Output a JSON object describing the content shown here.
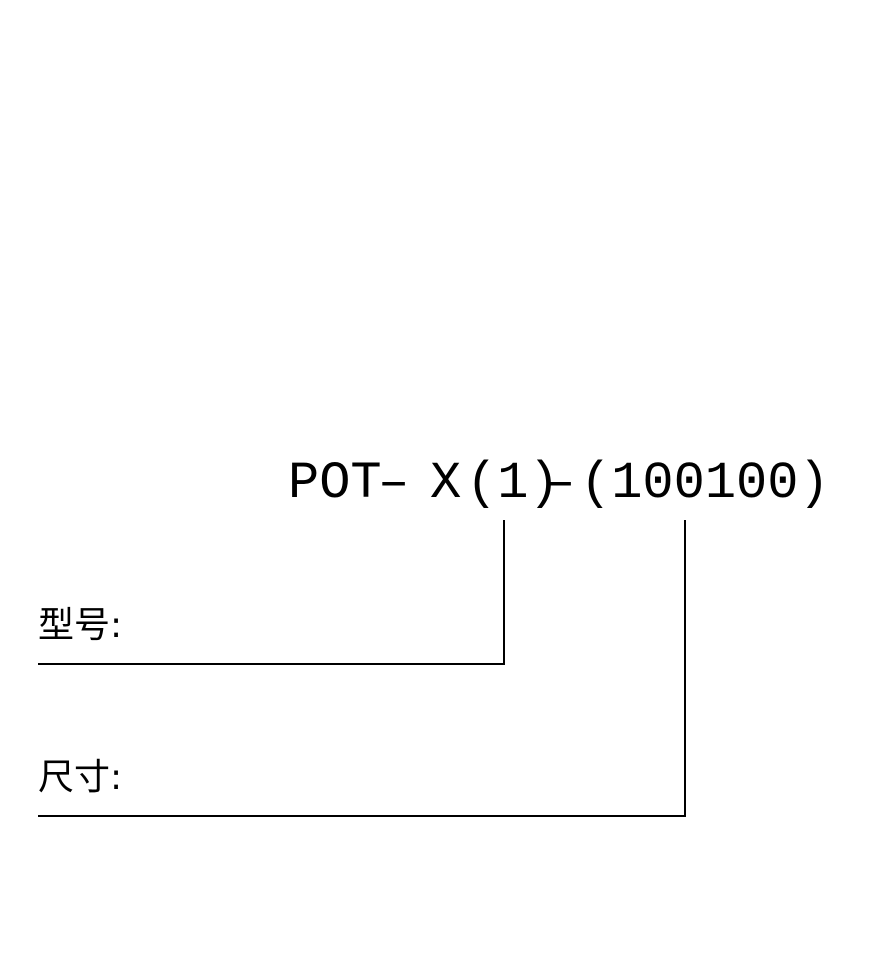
{
  "model_code": {
    "prefix": "POT",
    "dash1": "–",
    "type": "X",
    "variant": "(1)",
    "dash2": "–",
    "size": "(100100)"
  },
  "labels": {
    "model": "型号:",
    "size": "尺寸:"
  },
  "colors": {
    "ink": "#000000",
    "background": "#ffffff"
  }
}
